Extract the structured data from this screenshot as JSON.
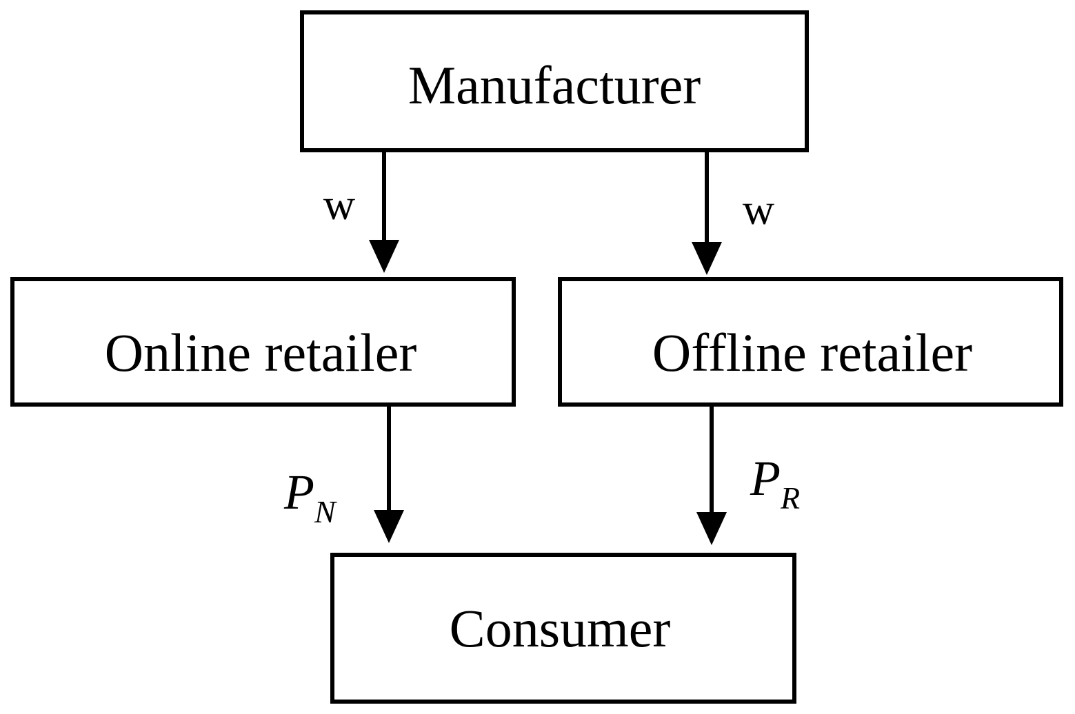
{
  "nodes": {
    "manufacturer": "Manufacturer",
    "online_retailer": "Online retailer",
    "offline_retailer": "Offline retailer",
    "consumer": "Consumer"
  },
  "edges": {
    "manufacturer_to_online": {
      "label": "w"
    },
    "manufacturer_to_offline": {
      "label": "w"
    },
    "online_to_consumer": {
      "label": "P",
      "subscript": "N"
    },
    "offline_to_consumer": {
      "label": "P",
      "subscript": "R"
    }
  }
}
